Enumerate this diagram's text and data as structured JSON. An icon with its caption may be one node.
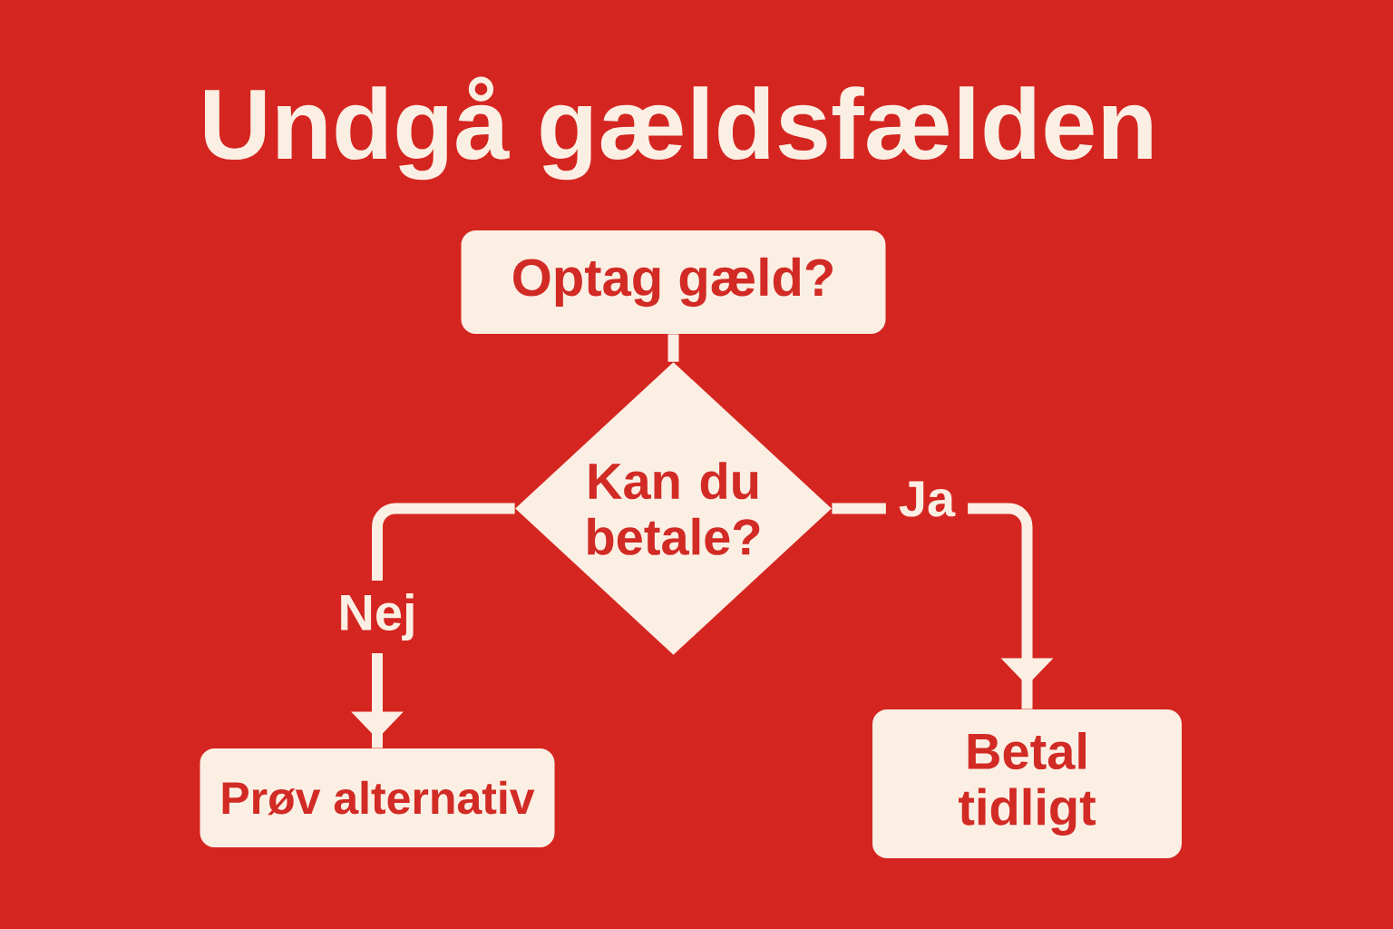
{
  "diagram": {
    "title": "Undgå gældsfælden",
    "nodes": [
      {
        "text": [
          "Optag gæld?"
        ]
      },
      {
        "text": [
          "Kan du betale?"
        ]
      },
      {
        "text": [
          "Prøv alternativ"
        ]
      },
      {
        "text": [
          "Betal tidligt"
        ]
      }
    ],
    "edges": [
      {
        "from": 0,
        "to": 1,
        "arrow": "none"
      },
      {
        "from": 1,
        "to": 2,
        "arrow": "to",
        "label": "Nej"
      },
      {
        "from": 1,
        "to": 3,
        "arrow": "to",
        "label": "Ja"
      }
    ]
  }
}
